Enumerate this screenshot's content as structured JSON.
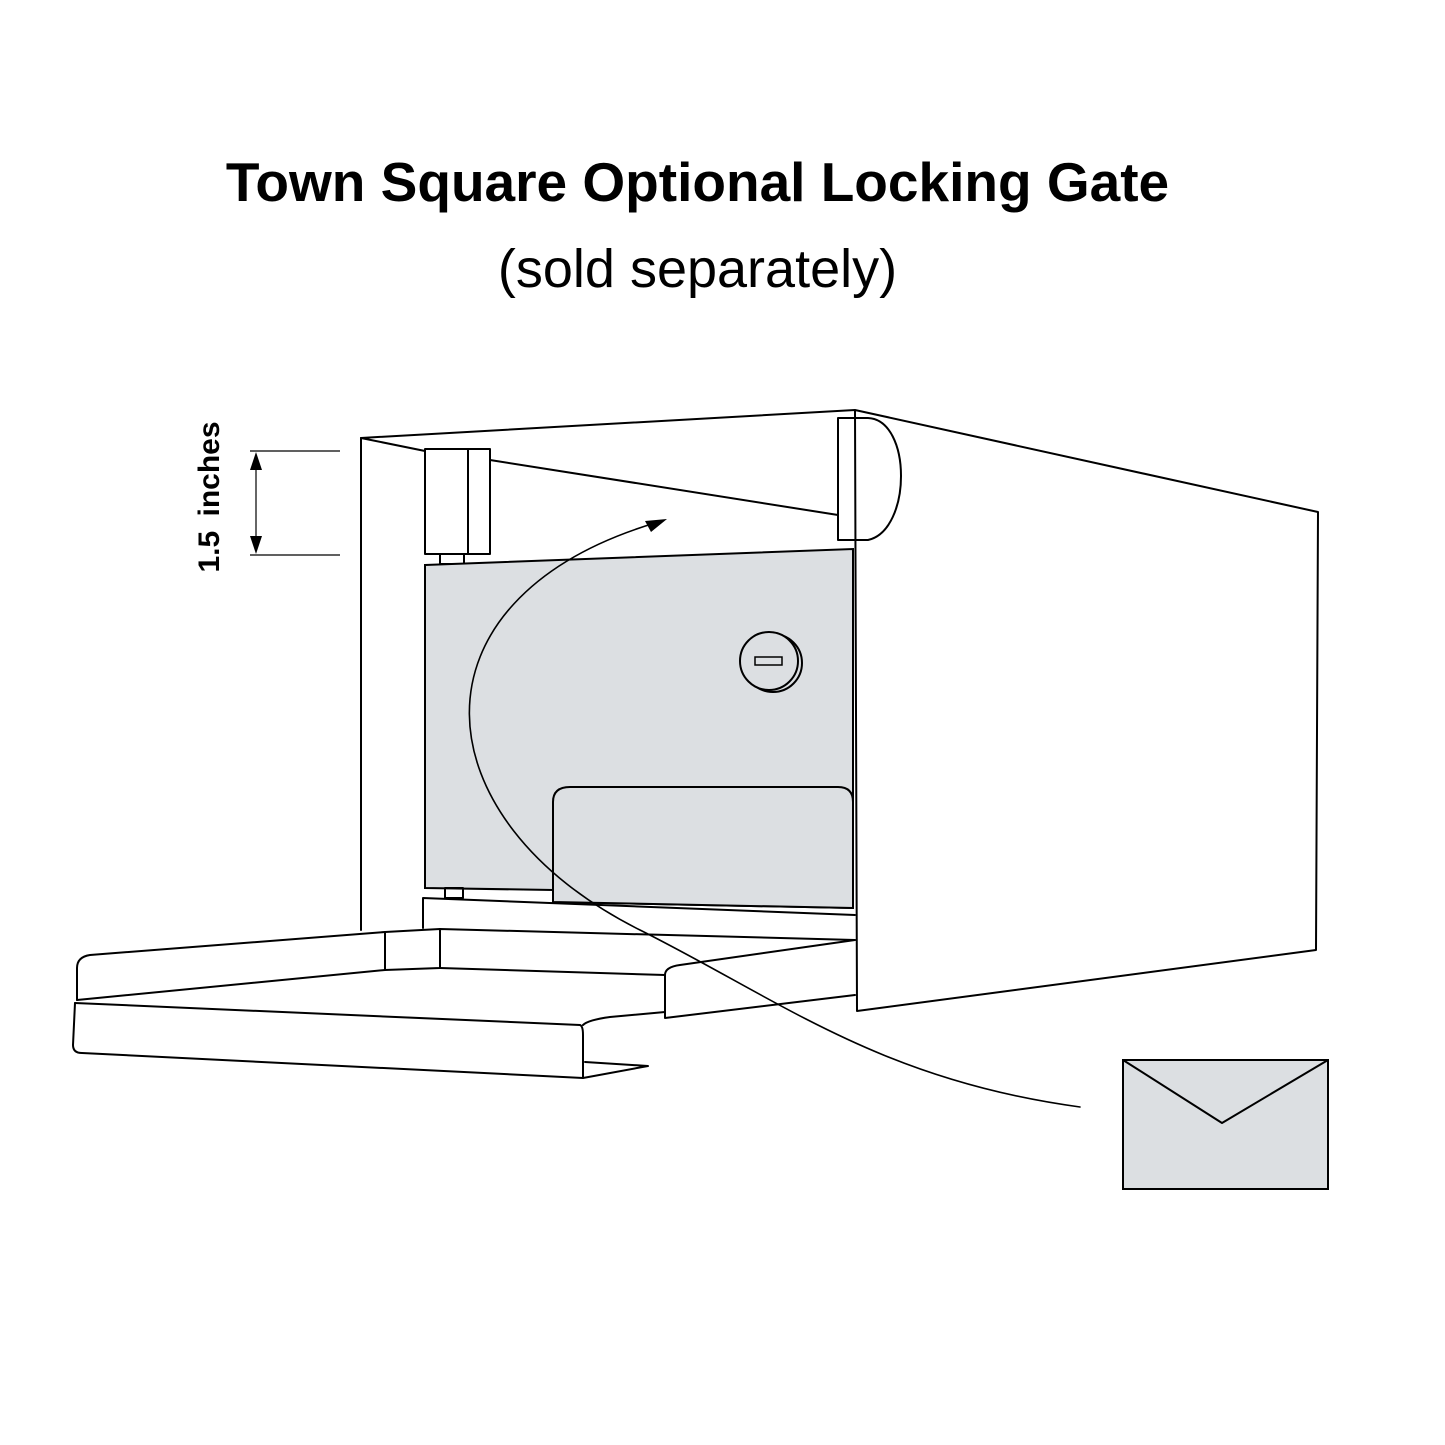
{
  "title": "Town Square Optional Locking Gate",
  "subtitle": "(sold separately)",
  "dimension_label": "1.5 inches",
  "colors": {
    "gate_fill": "#dcdfe2",
    "line": "#000000",
    "background": "#ffffff"
  },
  "icons": [
    "mailbox-illustration",
    "locking-gate",
    "lock-icon",
    "envelope-icon",
    "insert-arrow"
  ]
}
